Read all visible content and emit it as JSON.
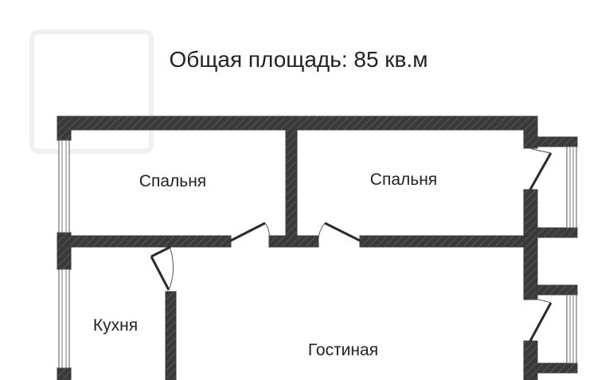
{
  "plan": {
    "title": "Общая площадь: 85 кв.м",
    "rooms": {
      "bedroom_left": "Спальня",
      "bedroom_right": "Спальня",
      "kitchen": "Кухня",
      "living_room": "Гостиная"
    },
    "colors": {
      "wall": "#3a3a3a",
      "hatch": "#5a5a5a",
      "background": "#ffffff",
      "text": "#222222"
    }
  }
}
